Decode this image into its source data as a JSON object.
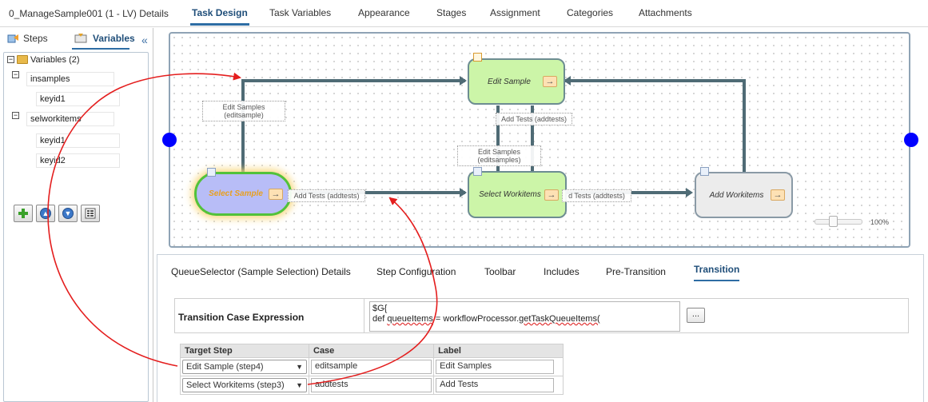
{
  "topbar": {
    "title": "0_ManageSample001 (1 - LV) Details",
    "tabs": [
      "Task Design",
      "Task Variables",
      "Appearance",
      "Stages",
      "Assignment",
      "Categories",
      "Attachments"
    ]
  },
  "left_panel": {
    "tabs": [
      "Steps",
      "Variables"
    ],
    "active_tab": "Variables",
    "collapse_glyph": "«",
    "root": "Variables (2)",
    "vars": [
      {
        "name": "insamples",
        "keys": [
          "keyid1"
        ]
      },
      {
        "name": "selworkitems",
        "keys": [
          "keyid1",
          "keyid2"
        ]
      }
    ],
    "toolbar_icons": [
      "add-icon",
      "move-up-icon",
      "move-down-icon",
      "properties-icon"
    ]
  },
  "canvas": {
    "nodes": {
      "select_sample": "Select Sample",
      "edit_sample": "Edit Sample",
      "select_workitems": "Select Workitems",
      "add_workitems": "Add Workitems"
    },
    "connectors": {
      "edit_samples_1": [
        "Edit Samples",
        "(editsample)"
      ],
      "add_tests_top": "Add Tests (addtests)",
      "edit_samples_2": [
        "Edit Samples",
        "(editsamples)"
      ],
      "add_tests_left": "Add Tests (addtests)",
      "add_tests_right": "d Tests (addtests)"
    },
    "zoom": "100%",
    "colors": {
      "port": "#0000ff",
      "node_green": "#ccf5a8",
      "node_selected": "#b8bdf7",
      "wire": "#4f6b75"
    }
  },
  "details": {
    "title": "QueueSelector (Sample Selection) Details",
    "tabs": [
      "Step Configuration",
      "Toolbar",
      "Includes",
      "Pre-Transition",
      "Transition"
    ],
    "active_tab": "Transition",
    "expression_label": "Transition Case Expression",
    "expression_line1": "$G{",
    "expression_line2_pre": "def ",
    "expression_line2_a": "queueItems",
    "expression_line2_mid": " = workflowProcessor.",
    "expression_line2_b": "getTaskQueueItems(",
    "ellipsis": "...",
    "table": {
      "headers": [
        "Target Step",
        "Case",
        "Label"
      ],
      "rows": [
        {
          "target": "Edit Sample (step4)",
          "case": "editsample",
          "label": "Edit Samples"
        },
        {
          "target": "Select Workitems (step3)",
          "case": "addtests",
          "label": "Add Tests"
        }
      ]
    },
    "dropdown_arrow": "▼"
  },
  "annotation_color": "#e41e1e"
}
